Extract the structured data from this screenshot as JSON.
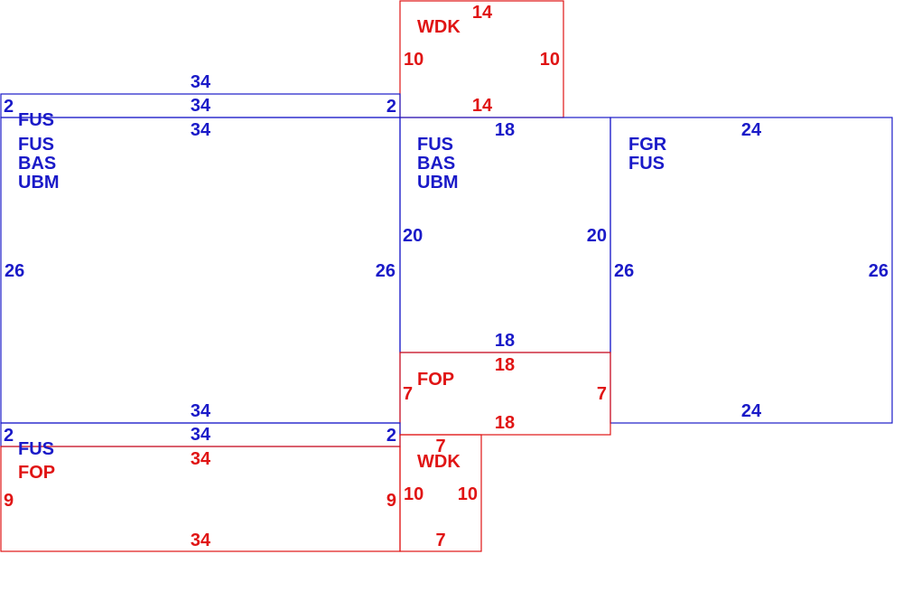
{
  "colors": {
    "blue": "#1a1ac8",
    "red": "#e01414"
  },
  "panels": {
    "top_wdk": {
      "label": "WDK",
      "top": "14",
      "bottom": "14",
      "left": "10",
      "right": "10"
    },
    "left_strip_top": {
      "above": "34",
      "top": "34",
      "left": "2",
      "right": "2"
    },
    "left_main": {
      "labels": [
        "FUS",
        "FUS",
        "BAS",
        "UBM"
      ],
      "top": "34",
      "bottom": "34",
      "left": "26",
      "right": "26"
    },
    "center_main": {
      "labels": [
        "FUS",
        "BAS",
        "UBM"
      ],
      "top": "18",
      "bottom": "18",
      "left": "20",
      "right": "20"
    },
    "right_main": {
      "labels": [
        "FGR",
        "FUS"
      ],
      "top": "24",
      "bottom": "24",
      "left": "26",
      "right": "26"
    },
    "center_fop": {
      "label": "FOP",
      "top": "18",
      "bottom": "18",
      "left": "7",
      "right": "7"
    },
    "left_strip_bottom": {
      "label": "FUS",
      "top": "34",
      "left": "2",
      "right": "2"
    },
    "left_fop": {
      "label": "FOP",
      "top": "34",
      "bottom": "34",
      "left": "9",
      "right": "9"
    },
    "bottom_wdk": {
      "label": "WDK",
      "top": "7",
      "bottom": "7",
      "left": "10",
      "right": "10"
    }
  }
}
